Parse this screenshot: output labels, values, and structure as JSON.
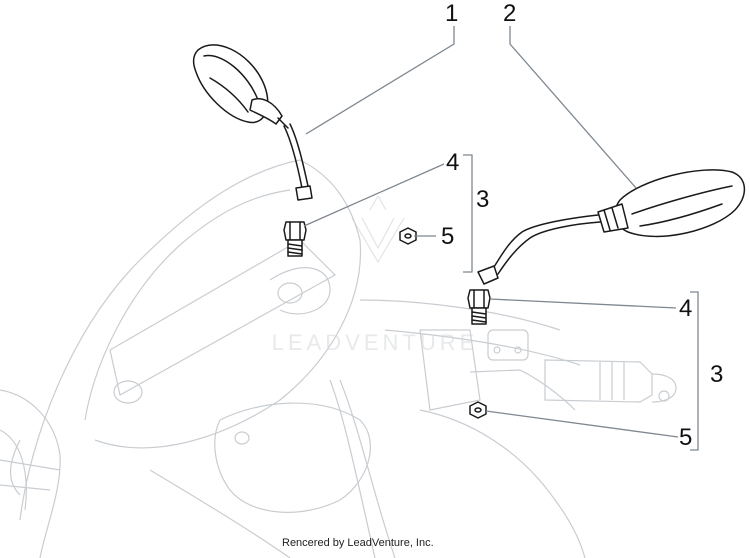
{
  "callouts": {
    "mirror_left": "1",
    "mirror_right": "2",
    "screw_upper": "4",
    "assembly_upper": "3",
    "nut_upper": "5",
    "screw_lower": "4",
    "assembly_lower": "3",
    "nut_lower": "5"
  },
  "watermark": "LEADVENTURE",
  "credit": "Rencered by LeadVenture, Inc."
}
